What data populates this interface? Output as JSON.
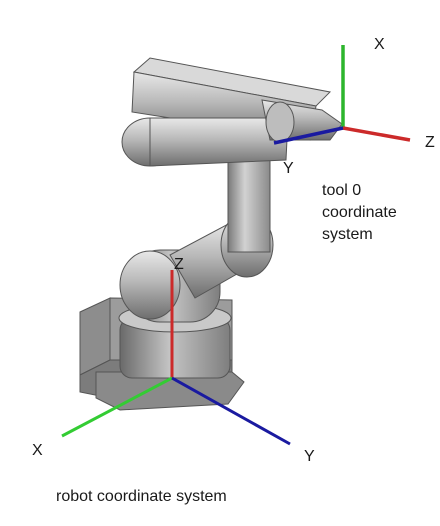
{
  "tool_frame": {
    "caption_lines": [
      "tool 0",
      "coordinate",
      "system"
    ],
    "x_label": "X",
    "y_label": "Y",
    "z_label": "Z"
  },
  "robot_frame": {
    "caption": "robot coordinate system",
    "x_label": "X",
    "y_label": "Y",
    "z_label": "Z"
  },
  "colors": {
    "x_axis_tool": "#2db52d",
    "y_axis": "#1a1aa0",
    "z_axis": "#cc2a2a",
    "x_axis_robot": "#33cc33",
    "robot_body": "#b9b9b9"
  }
}
